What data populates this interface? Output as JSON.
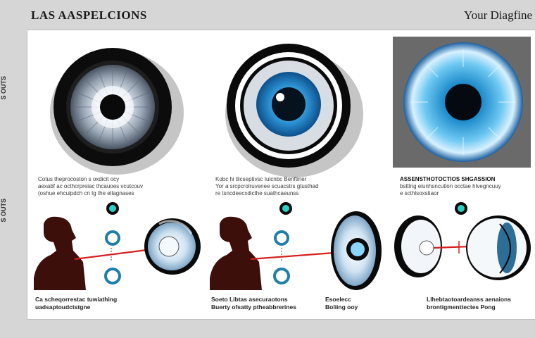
{
  "header": {
    "title_left": "LAS AASPELCIONS",
    "title_right": "Your Diagfine"
  },
  "side_labels": {
    "upper": "S OUTS",
    "lower": "S OUTS"
  },
  "panels": [
    {
      "caption_lines": [
        "Cotus theprocoston      s oxdicit ocy",
        "aexabf  ac octhcrpreiac thcauoes vcutcouv",
        "(oshue  ehcuipdch cn Ig the ellagnases"
      ]
    },
    {
      "caption_lines": [
        "Kobc hi tlicseptivsc  Iuicnbc Benftiner",
        "Yor a srcpcrolruvenee scuacstrs gtusthad",
        "     re tsncdeecxdicthe suathcaeunss"
      ]
    },
    {
      "caption_lines": [
        "ASSENSTHOTOCTIOS  SHGASSION",
        "bsttlng eiunhsncutlon occtae  hlvegncuuy",
        "          e scthlsoxstiaor"
      ]
    }
  ],
  "bottom_captions": [
    {
      "lines": [
        "Ca scheqorrestac tuwiathing",
        "uadsaptoudctstgne"
      ]
    },
    {
      "lines": [
        "Soeto Libtas asecuraotons",
        "Buerty ofsatty ptheabbrerines"
      ]
    },
    {
      "lines": [
        "Esoelecc",
        "Boliing ooy"
      ]
    },
    {
      "lines": [
        "Llhebtaotoardeanss aenaions",
        "brontigmenttectes Pong"
      ]
    }
  ],
  "colors": {
    "iris_blue": "#2a8fd0",
    "laser_red": "#d42020",
    "silhouette": "#3d0f0a",
    "ring_teal": "#1f7fa8"
  }
}
